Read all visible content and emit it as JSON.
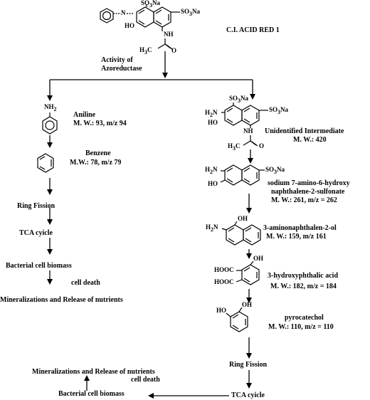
{
  "labels": {
    "dye_name": "C.I. ACID RED 1",
    "enzyme_line1": "Activity of",
    "enzyme_line2": "Azoreductase",
    "aniline_name": "Aniline",
    "aniline_mw": "M. W.: 93, m/z 94",
    "benzene_name": "Benzene",
    "benzene_mw": "M.W.: 78, m/z 79",
    "left_ring_fission": "Ring Fission",
    "left_tca": "TCA cyicle",
    "left_biomass": "Bacterial cell biomass",
    "left_death": "cell death",
    "left_mineral": "Mineralizations and Release of nutrients",
    "intermediate_name": "Unidentified Intermediate",
    "intermediate_mw": "M. W.: 420",
    "sulfonate_name1": "sodium 7-amino-6-hydroxy",
    "sulfonate_name2": "naphthalene-2-sulfonate",
    "sulfonate_mw": "M. W.: 261, m/z = 262",
    "aminonaphthol_name": "3-aminonaphthalen-2-ol",
    "aminonaphthol_mw": "M. W.: 159, m/z 161",
    "phthalic_name": "3-hydroxyphthalic acid",
    "phthalic_mw": "M. W.: 182,  m/z = 184",
    "catechol_name": "pyrocatechol",
    "catechol_mw": "M. W.: 110, m/z = 110",
    "right_ring_fission": "Ring Fission",
    "right_tca": "TCA cyicle",
    "bottom_biomass": "Bacterial cell biomass",
    "bottom_mineral": "Mineralizations and Release of nutrients",
    "bottom_death": "cell death"
  },
  "atoms": {
    "so3na": "SO",
    "so3na_sub": "3",
    "so3na_end": "Na",
    "ho": "HO",
    "oh": "OH",
    "nh": "NH",
    "nh2_n": "NH",
    "nh2_sub": "2",
    "h2n_h": "H",
    "h2n_sub": "2",
    "h2n_n": "N",
    "h3c_h": "H",
    "h3c_sub": "3",
    "h3c_c": "C",
    "o": "O",
    "n": "N",
    "hooc": "HOOC"
  }
}
